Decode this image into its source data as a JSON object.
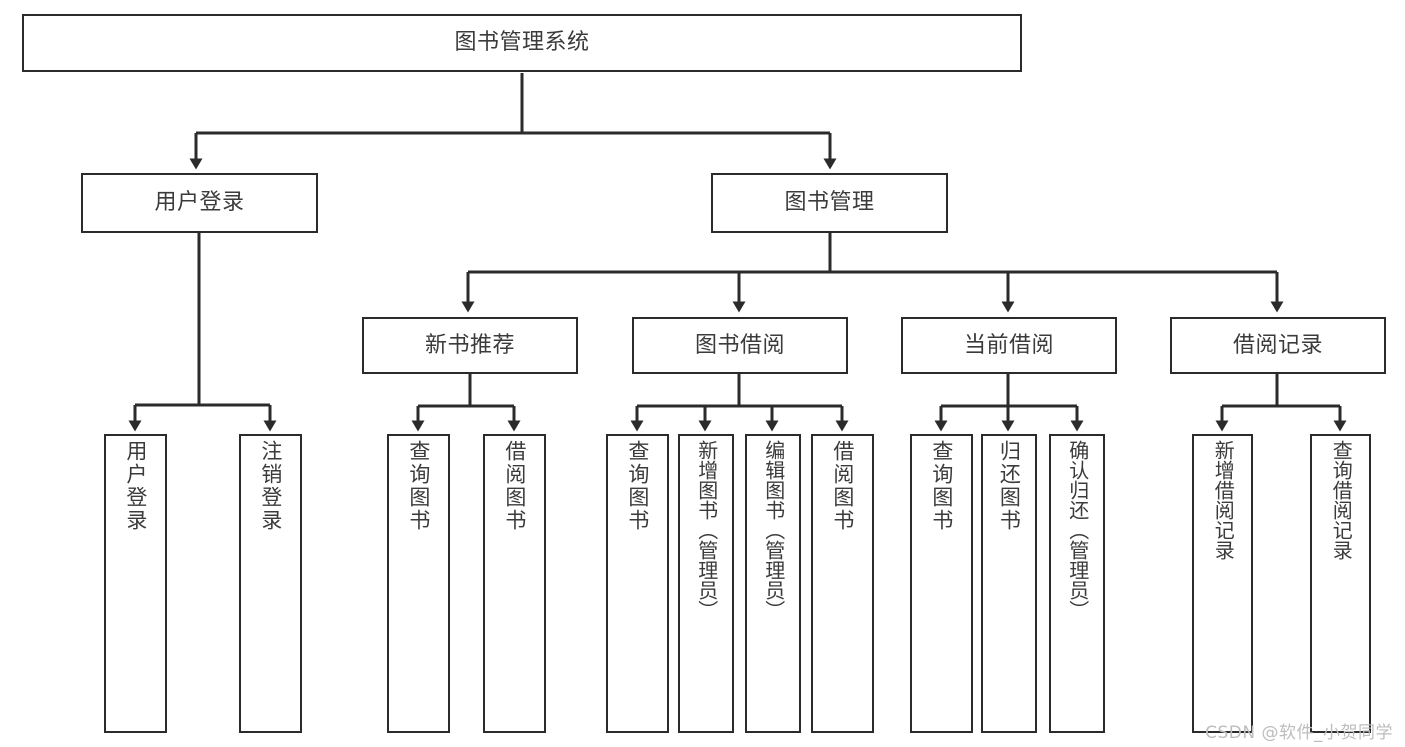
{
  "diagram": {
    "title": "图书管理系统",
    "type": "tree",
    "line_color": "#2b2b2b",
    "text_color": "#3b3b3b",
    "background": "#ffffff",
    "root": {
      "id": "root",
      "label": "图书管理系统"
    },
    "level2": [
      {
        "id": "user-login",
        "label": "用户登录"
      },
      {
        "id": "book-manage",
        "label": "图书管理"
      }
    ],
    "level3": [
      {
        "id": "new-book-recommend",
        "label": "新书推荐"
      },
      {
        "id": "book-borrow",
        "label": "图书借阅"
      },
      {
        "id": "current-borrow",
        "label": "当前借阅"
      },
      {
        "id": "borrow-record",
        "label": "借阅记录"
      }
    ],
    "leaves": [
      {
        "id": "leaf-user-login",
        "label": "用户登录",
        "parent": "user-login"
      },
      {
        "id": "leaf-logout-login",
        "label": "注销登录",
        "parent": "user-login"
      },
      {
        "id": "leaf-query-book-1",
        "label": "查询图书",
        "parent": "new-book-recommend"
      },
      {
        "id": "leaf-borrow-book-1",
        "label": "借阅图书",
        "parent": "new-book-recommend"
      },
      {
        "id": "leaf-query-book-2",
        "label": "查询图书",
        "parent": "book-borrow"
      },
      {
        "id": "leaf-add-book",
        "label": "新增图书（管理员）",
        "parent": "book-borrow"
      },
      {
        "id": "leaf-edit-book",
        "label": "编辑图书（管理员）",
        "parent": "book-borrow"
      },
      {
        "id": "leaf-borrow-book-2",
        "label": "借阅图书",
        "parent": "book-borrow"
      },
      {
        "id": "leaf-query-book-3",
        "label": "查询图书",
        "parent": "current-borrow"
      },
      {
        "id": "leaf-return-book",
        "label": "归还图书",
        "parent": "current-borrow"
      },
      {
        "id": "leaf-confirm-return",
        "label": "确认归还（管理员）",
        "parent": "current-borrow"
      },
      {
        "id": "leaf-add-record",
        "label": "新增借阅记录",
        "parent": "borrow-record"
      },
      {
        "id": "leaf-query-record",
        "label": "查询借阅记录",
        "parent": "borrow-record"
      }
    ],
    "watermark": "CSDN @软件_小贺同学"
  }
}
